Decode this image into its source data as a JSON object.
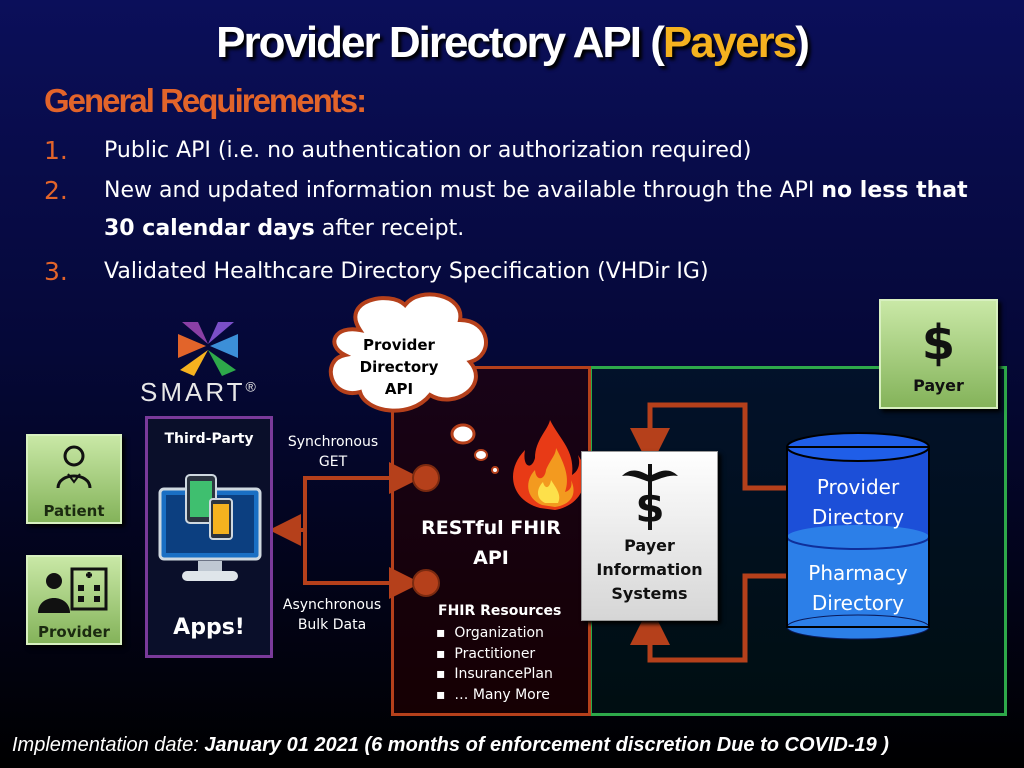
{
  "title": {
    "main": "Provider Directory API (",
    "highlight": "Payers",
    "end": ")"
  },
  "requirements": {
    "heading": "General Requirements:",
    "items": [
      {
        "num": "1.",
        "text": "Public API (i.e. no authentication or authorization required)"
      },
      {
        "num": "2.",
        "text_pre": "New and updated information must be available through the API ",
        "text_bold": "no less that 30 calendar days",
        "text_post": " after receipt."
      },
      {
        "num": "3.",
        "text": "Validated Healthcare Directory Specification (VHDir IG)"
      }
    ]
  },
  "diagram": {
    "payer": {
      "symbol": "$",
      "label": "Payer"
    },
    "cloud": {
      "line1": "Provider",
      "line2": "Directory",
      "line3": "API"
    },
    "smart_logo": {
      "text": "SMART",
      "reg": "®"
    },
    "users": {
      "patient": "Patient",
      "provider": "Provider"
    },
    "third_party": {
      "label": "Third-Party",
      "apps": "Apps!"
    },
    "connections": {
      "sync_line1": "Synchronous",
      "sync_line2": "GET",
      "async_line1": "Asynchronous",
      "async_line2": "Bulk Data"
    },
    "fhir": {
      "line1": "RESTful FHIR",
      "line2": "API",
      "resources_heading": "FHIR Resources",
      "resources": [
        "Organization",
        "Practitioner",
        "InsurancePlan",
        "… Many More"
      ]
    },
    "payer_systems": {
      "line1": "Payer",
      "line2": "Information",
      "line3": "Systems"
    },
    "database": {
      "provider_line1": "Provider",
      "provider_line2": "Directory",
      "pharmacy_line1": "Pharmacy",
      "pharmacy_line2": "Directory"
    },
    "colors": {
      "accent": "#e2642a",
      "title_highlight": "#f5b21f",
      "fhir_border": "#b5401b",
      "payer_border": "#2ea94a"
    }
  },
  "footer": {
    "prefix": "Implementation date: ",
    "bold": "January 01 2021 (6 months of enforcement discretion Due to COVID-19 )"
  }
}
